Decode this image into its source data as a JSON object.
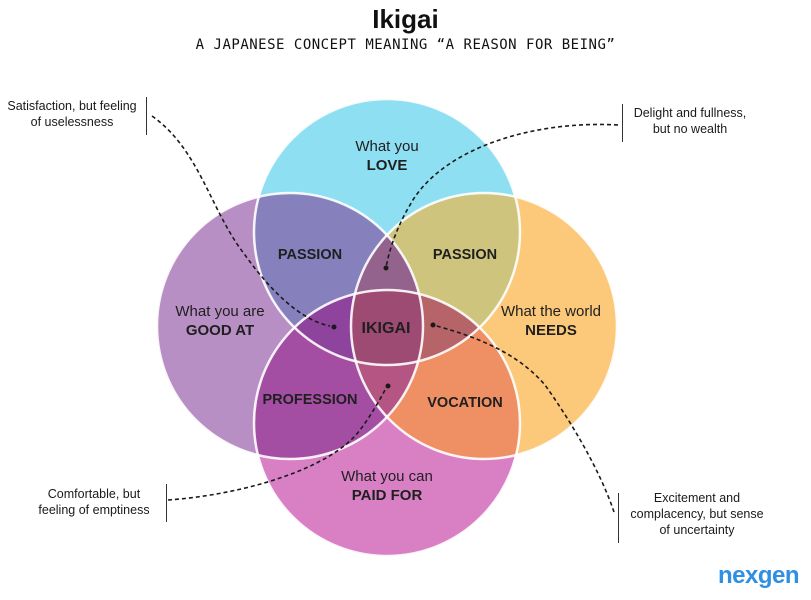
{
  "header": {
    "title": "Ikigai",
    "subtitle": "A JAPANESE CONCEPT MEANING “A REASON FOR BEING”"
  },
  "circles": {
    "love": {
      "line1": "What you",
      "line2": "LOVE",
      "color": "#8fdff2"
    },
    "good_at": {
      "line1": "What you are",
      "line2": "GOOD AT",
      "color": "#b88fc4"
    },
    "needs": {
      "line1": "What the world",
      "line2": "NEEDS",
      "color": "#fcc97a"
    },
    "paid_for": {
      "line1": "What you can",
      "line2": "PAID FOR",
      "color": "#d97fc4"
    }
  },
  "overlaps": {
    "passion_left": "PASSION",
    "passion_right": "PASSION",
    "profession": "PROFESSION",
    "vocation": "VOCATION",
    "center": "IKIGAI"
  },
  "notes": {
    "top_left": [
      "Satisfaction, but feeling",
      "of uselessness"
    ],
    "top_right": [
      "Delight and fullness,",
      "but no wealth"
    ],
    "bottom_left": [
      "Comfortable, but",
      "feeling of emptiness"
    ],
    "bottom_right": [
      "Excitement and",
      "complacency, but sense",
      "of uncertainty"
    ]
  },
  "logo": {
    "text": "nexgen",
    "color": "#2f8fe0"
  }
}
